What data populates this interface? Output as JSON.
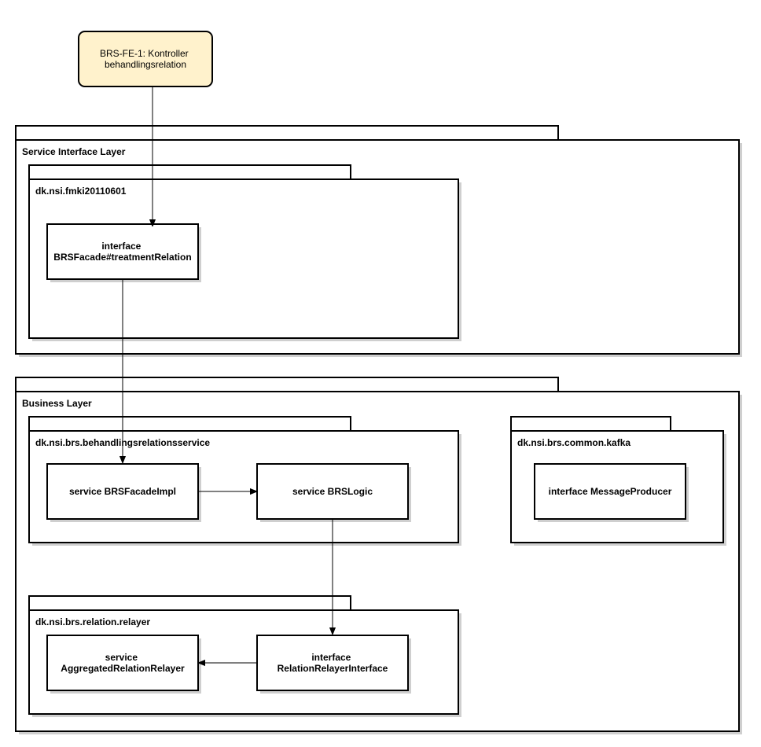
{
  "start_node": {
    "lines": [
      "BRS-FE-1: Kontroller",
      "behandlingsrelation"
    ]
  },
  "layers": {
    "service_interface": {
      "label": "Service Interface Layer",
      "package": {
        "label": "dk.nsi.fmki20110601",
        "node": {
          "lines": [
            "interface",
            "BRSFacade#treatmentRelation"
          ]
        }
      }
    },
    "business": {
      "label": "Business Layer",
      "packages": {
        "service": {
          "label": "dk.nsi.brs.behandlingsrelationsservice",
          "facade_impl": {
            "lines": [
              "service BRSFacadeImpl"
            ]
          },
          "logic": {
            "lines": [
              "service BRSLogic"
            ]
          }
        },
        "kafka": {
          "label": "dk.nsi.brs.common.kafka",
          "producer": {
            "lines": [
              "interface MessageProducer"
            ]
          }
        },
        "relayer": {
          "label": "dk.nsi.brs.relation.relayer",
          "aggregated": {
            "lines": [
              "service",
              "AggregatedRelationRelayer"
            ]
          },
          "relayer_interface": {
            "lines": [
              "interface",
              "RelationRelayerInterface"
            ]
          }
        }
      }
    }
  }
}
